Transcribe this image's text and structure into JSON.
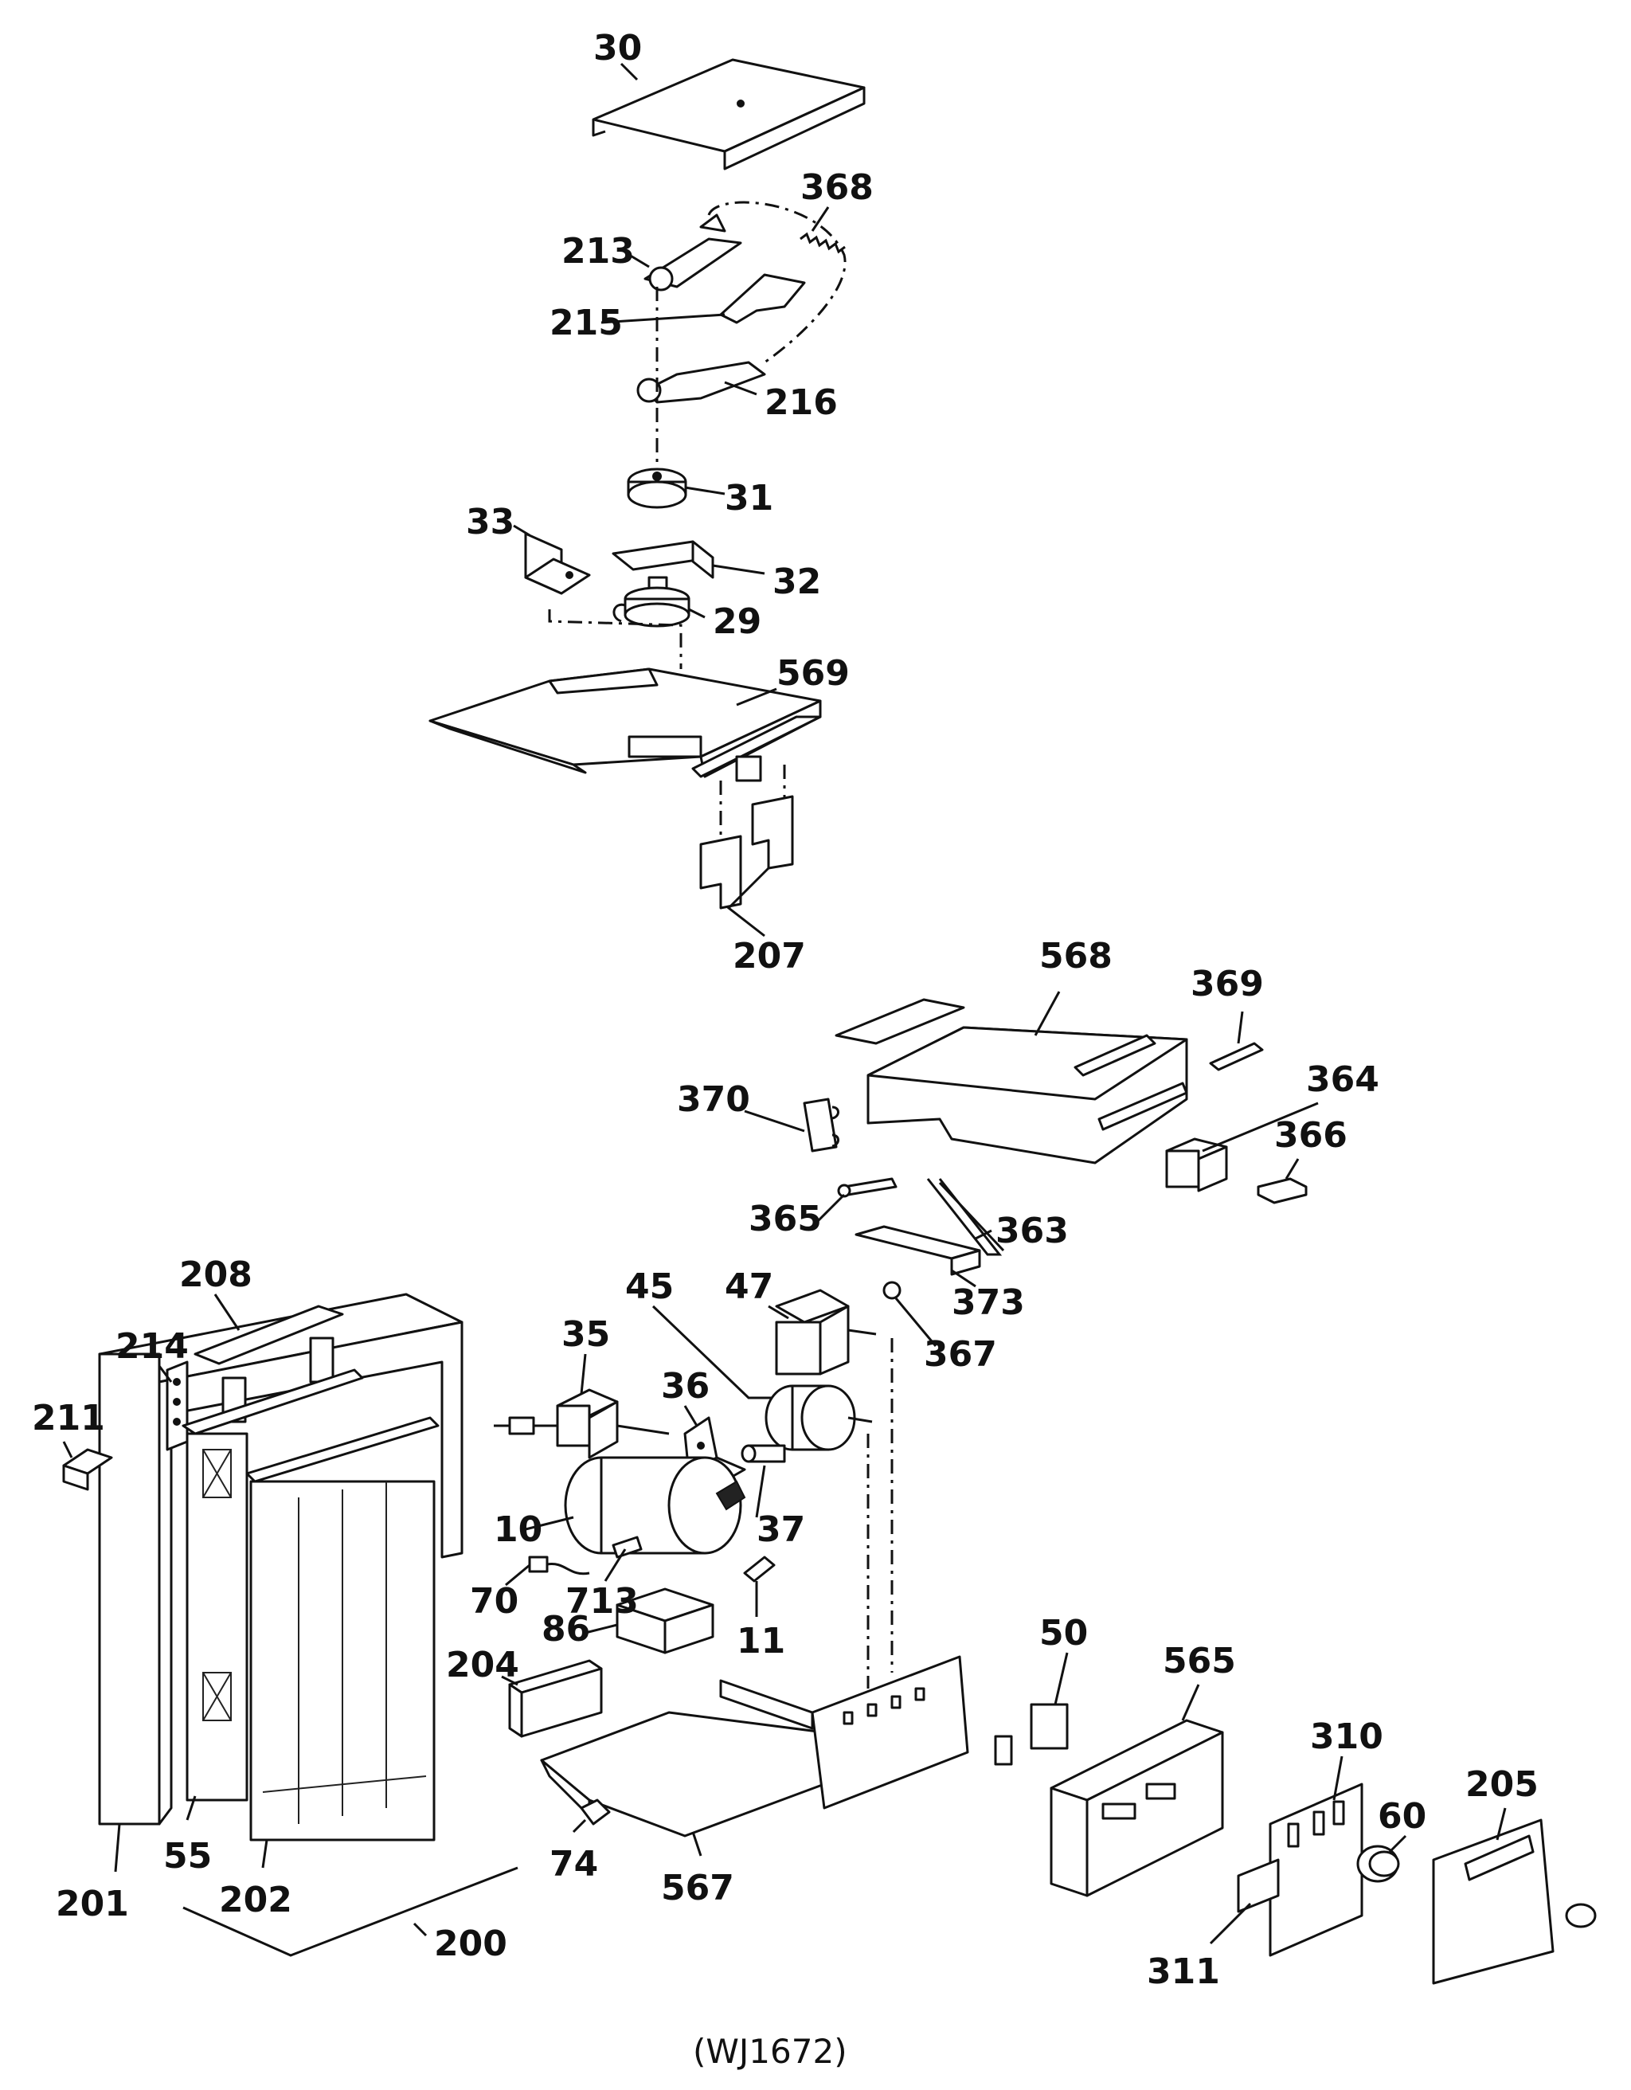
{
  "diagram_code": "(WJ1672)",
  "callouts": {
    "p30": "30",
    "p368": "368",
    "p213": "213",
    "p215": "215",
    "p216": "216",
    "p31": "31",
    "p33": "33",
    "p32": "32",
    "p29": "29",
    "p569": "569",
    "p207": "207",
    "p568": "568",
    "p369": "369",
    "p364": "364",
    "p370": "370",
    "p366": "366",
    "p365": "365",
    "p363": "363",
    "p373": "373",
    "p367": "367",
    "p208": "208",
    "p214": "214",
    "p211": "211",
    "p35": "35",
    "p45": "45",
    "p47": "47",
    "p36": "36",
    "p10": "10",
    "p37": "37",
    "p70": "70",
    "p713": "713",
    "p11": "11",
    "p86": "86",
    "p204": "204",
    "p50": "50",
    "p565": "565",
    "p310": "310",
    "p60": "60",
    "p205": "205",
    "p201": "201",
    "p55": "55",
    "p202": "202",
    "p74": "74",
    "p567": "567",
    "p311": "311",
    "p200": "200"
  }
}
